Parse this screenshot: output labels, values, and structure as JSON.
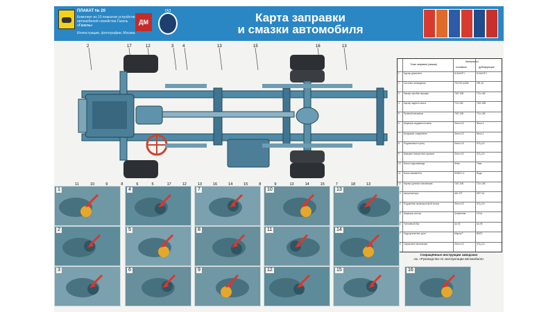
{
  "header": {
    "poster_series": "ПЛАКАТ № 20",
    "publisher_lines": [
      "Комплект из 10 плакатов устройство",
      "автомобилей семейства Газель",
      "«Газель»",
      "Иллюстрации, фотографии, Москва"
    ],
    "badge_text": "ДМ",
    "brand_text": "ГАЗ",
    "title_line1": "Карта заправки",
    "title_line2": "и смазки автомобиля",
    "thumb_colors": [
      "#d83a2f",
      "#e06a2a",
      "#2f5aa8",
      "#d83a2f",
      "#1f4d8c",
      "#c8302a"
    ]
  },
  "chassis": {
    "top_callouts": [
      "2",
      "17",
      "12",
      "3",
      "4",
      "13",
      "15",
      "16",
      "13"
    ],
    "bottom_callouts": [
      "11",
      "10",
      "9",
      "8",
      "6",
      "5",
      "17",
      "12",
      "13",
      "16",
      "14",
      "15",
      "8",
      "9",
      "13",
      "14",
      "15",
      "7",
      "18",
      "13"
    ]
  },
  "table": {
    "headers": {
      "name": "Точки заправки (смазки)",
      "materials": "Материалы",
      "main": "основные",
      "dup": "дублирующие"
    },
    "rows": [
      {
        "n": "1",
        "name": "Картер двигателя",
        "main": "М-5з/10Г1",
        "dup": "М-6з/12Г1"
      },
      {
        "n": "2",
        "name": "Система охлаждения",
        "main": "ТОСОЛ-А40М",
        "dup": "ОЖ-40"
      },
      {
        "n": "3",
        "name": "Картер коробки передач",
        "main": "ТАП-15В",
        "dup": "ТСп-15К"
      },
      {
        "n": "4",
        "name": "Картер заднего моста",
        "main": "ТСп-15К",
        "dup": "ТАП-15В"
      },
      {
        "n": "5",
        "name": "Рулевой механизм",
        "main": "ТАП-15В",
        "dup": "ТСп-15К"
      },
      {
        "n": "6",
        "name": "Шарниры карданного вала",
        "main": "Литол-24",
        "dup": "Фиол-1"
      },
      {
        "n": "7",
        "name": "Шлицевое соединение",
        "main": "Литол-24",
        "dup": "Фиол-1"
      },
      {
        "n": "8",
        "name": "Подшипники ступиц",
        "main": "Литол-24",
        "dup": "ЛСЦ-15"
      },
      {
        "n": "9",
        "name": "Шкворни поворотных кулаков",
        "main": "Литол-24",
        "dup": "ЛСЦ-15"
      },
      {
        "n": "10",
        "name": "Бачок гидропривода",
        "main": "Нева",
        "dup": "Томь"
      },
      {
        "n": "11",
        "name": "Бачок омывателя",
        "main": "НИИСС-4",
        "dup": "Вода"
      },
      {
        "n": "12",
        "name": "Картер рулевого механизма",
        "main": "ТАП-15В",
        "dup": "ТСп-15К"
      },
      {
        "n": "13",
        "name": "Амортизаторы",
        "main": "АЖ-12Т",
        "dup": "МГП-10"
      },
      {
        "n": "14",
        "name": "Подшипник промежуточной опоры",
        "main": "Литол-24",
        "dup": "ЛСЦ-15"
      },
      {
        "n": "15",
        "name": "Шарниры рессор",
        "main": "Графитная",
        "dup": "УСсА"
      },
      {
        "n": "16",
        "name": "Топливный бак",
        "main": "Аи-92",
        "dup": "Аи-95"
      },
      {
        "n": "17",
        "name": "Гидроусилитель руля",
        "main": "Марка Р",
        "dup": "ВМГЗ"
      },
      {
        "n": "18",
        "name": "Тормозные механизмы",
        "main": "Литол-24",
        "dup": "ЛСЦ-15"
      }
    ],
    "footnote_title": "Сокращённые инструкции заводских",
    "footnote_sub": "см. «Руководство по эксплуатации автомобиля»"
  },
  "panels": [
    {
      "label": "1"
    },
    {
      "label": "4"
    },
    {
      "label": "7"
    },
    {
      "label": "10"
    },
    {
      "label": "13"
    },
    {
      "label": "2"
    },
    {
      "label": "5"
    },
    {
      "label": "8"
    },
    {
      "label": "11"
    },
    {
      "label": "14"
    },
    {
      "label": "3"
    },
    {
      "label": "6"
    },
    {
      "label": "9"
    },
    {
      "label": "12"
    },
    {
      "label": "15"
    },
    {
      "label": "16"
    }
  ]
}
